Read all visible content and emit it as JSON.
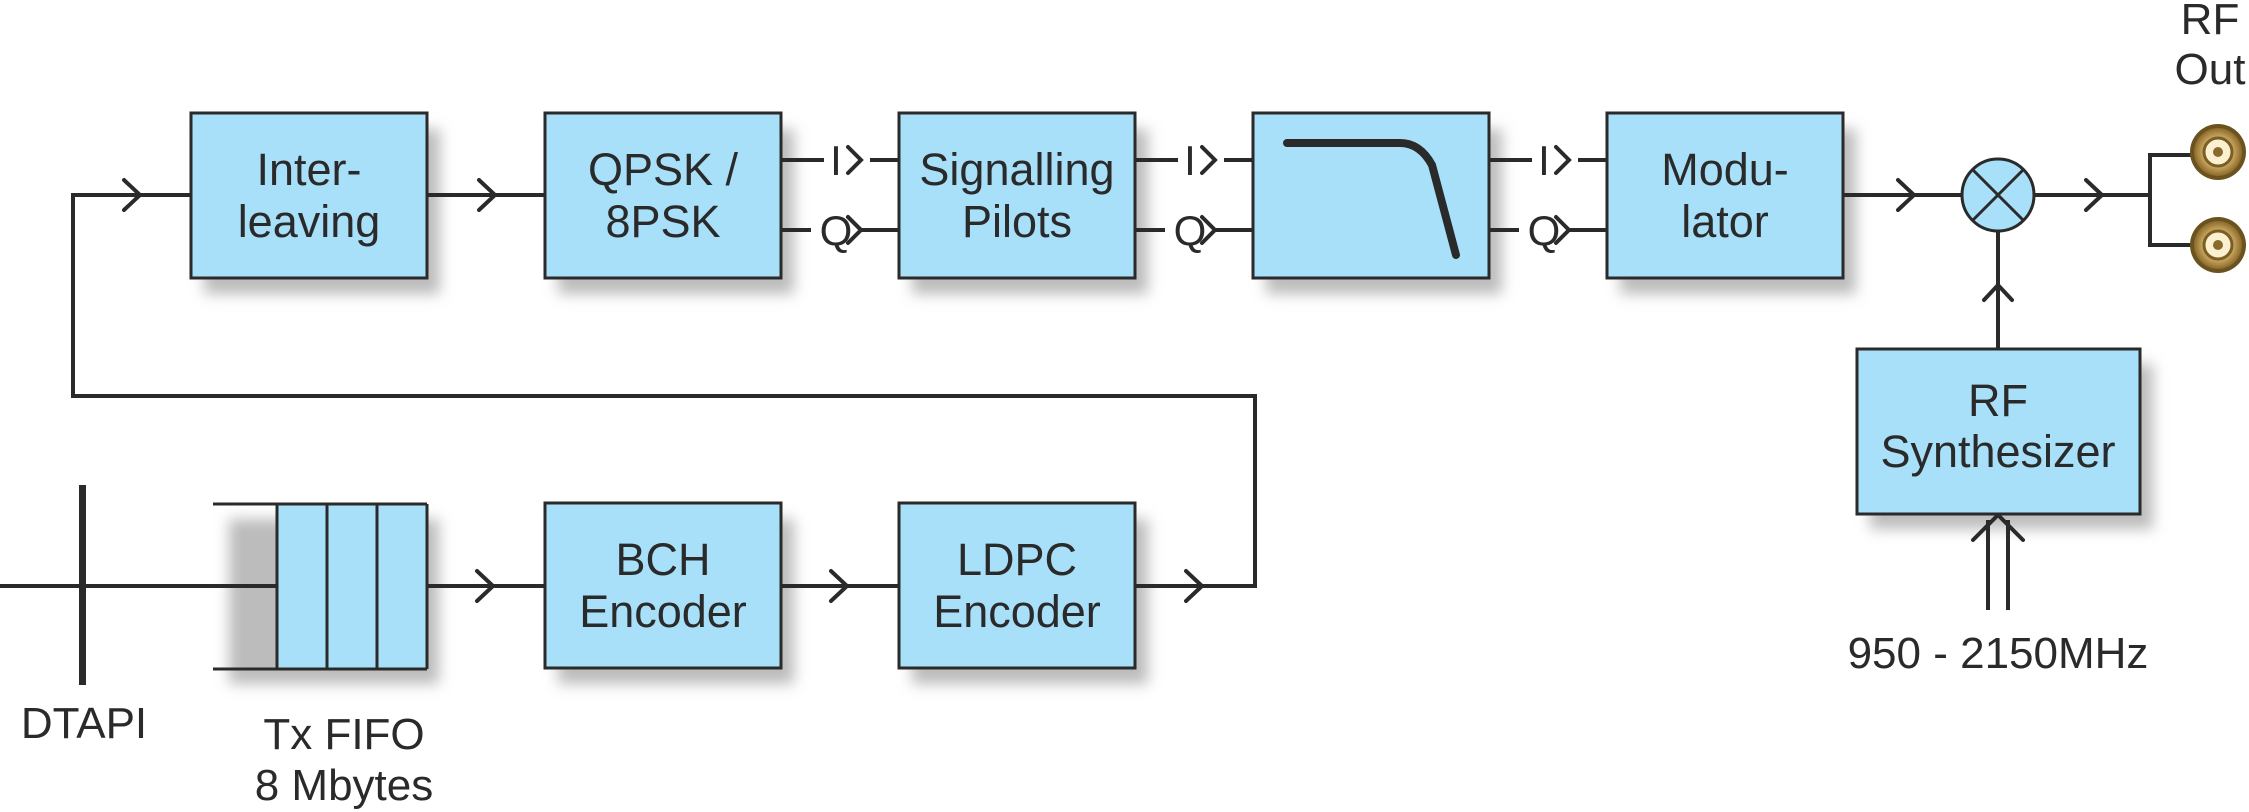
{
  "blocks": {
    "interleaving": [
      "Inter-",
      "leaving"
    ],
    "qpsk": [
      "QPSK /",
      "8PSK"
    ],
    "signalling": [
      "Signalling",
      "Pilots"
    ],
    "filter": [],
    "modulator": [
      "Modu-",
      "lator"
    ],
    "bch": [
      "BCH",
      "Encoder"
    ],
    "ldpc": [
      "LDPC",
      "Encoder"
    ],
    "rf_synth": [
      "RF",
      "Synthesizer"
    ]
  },
  "signals": {
    "i": "I",
    "q": "Q"
  },
  "labels": {
    "dtapi": "DTAPI",
    "fifo": [
      "Tx FIFO",
      "8 Mbytes"
    ],
    "rf_out": [
      "RF",
      "Out"
    ],
    "freq": "950 - 2150MHz"
  },
  "colors": {
    "block_fill": "#a8e0fa",
    "line": "#2a2a2a",
    "shadow": "#bcbcbc",
    "connector_gold": "#c8a058"
  }
}
